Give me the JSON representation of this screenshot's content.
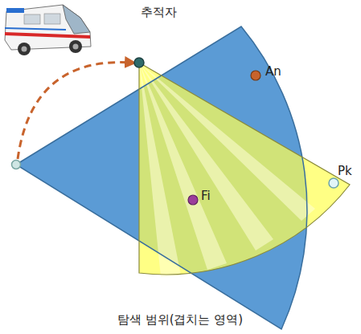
{
  "diagram": {
    "labels": [
      "추적자",
      "An",
      "Fi",
      "Pk",
      "탐색 범위(겹치는 영역)"
    ]
  }
}
